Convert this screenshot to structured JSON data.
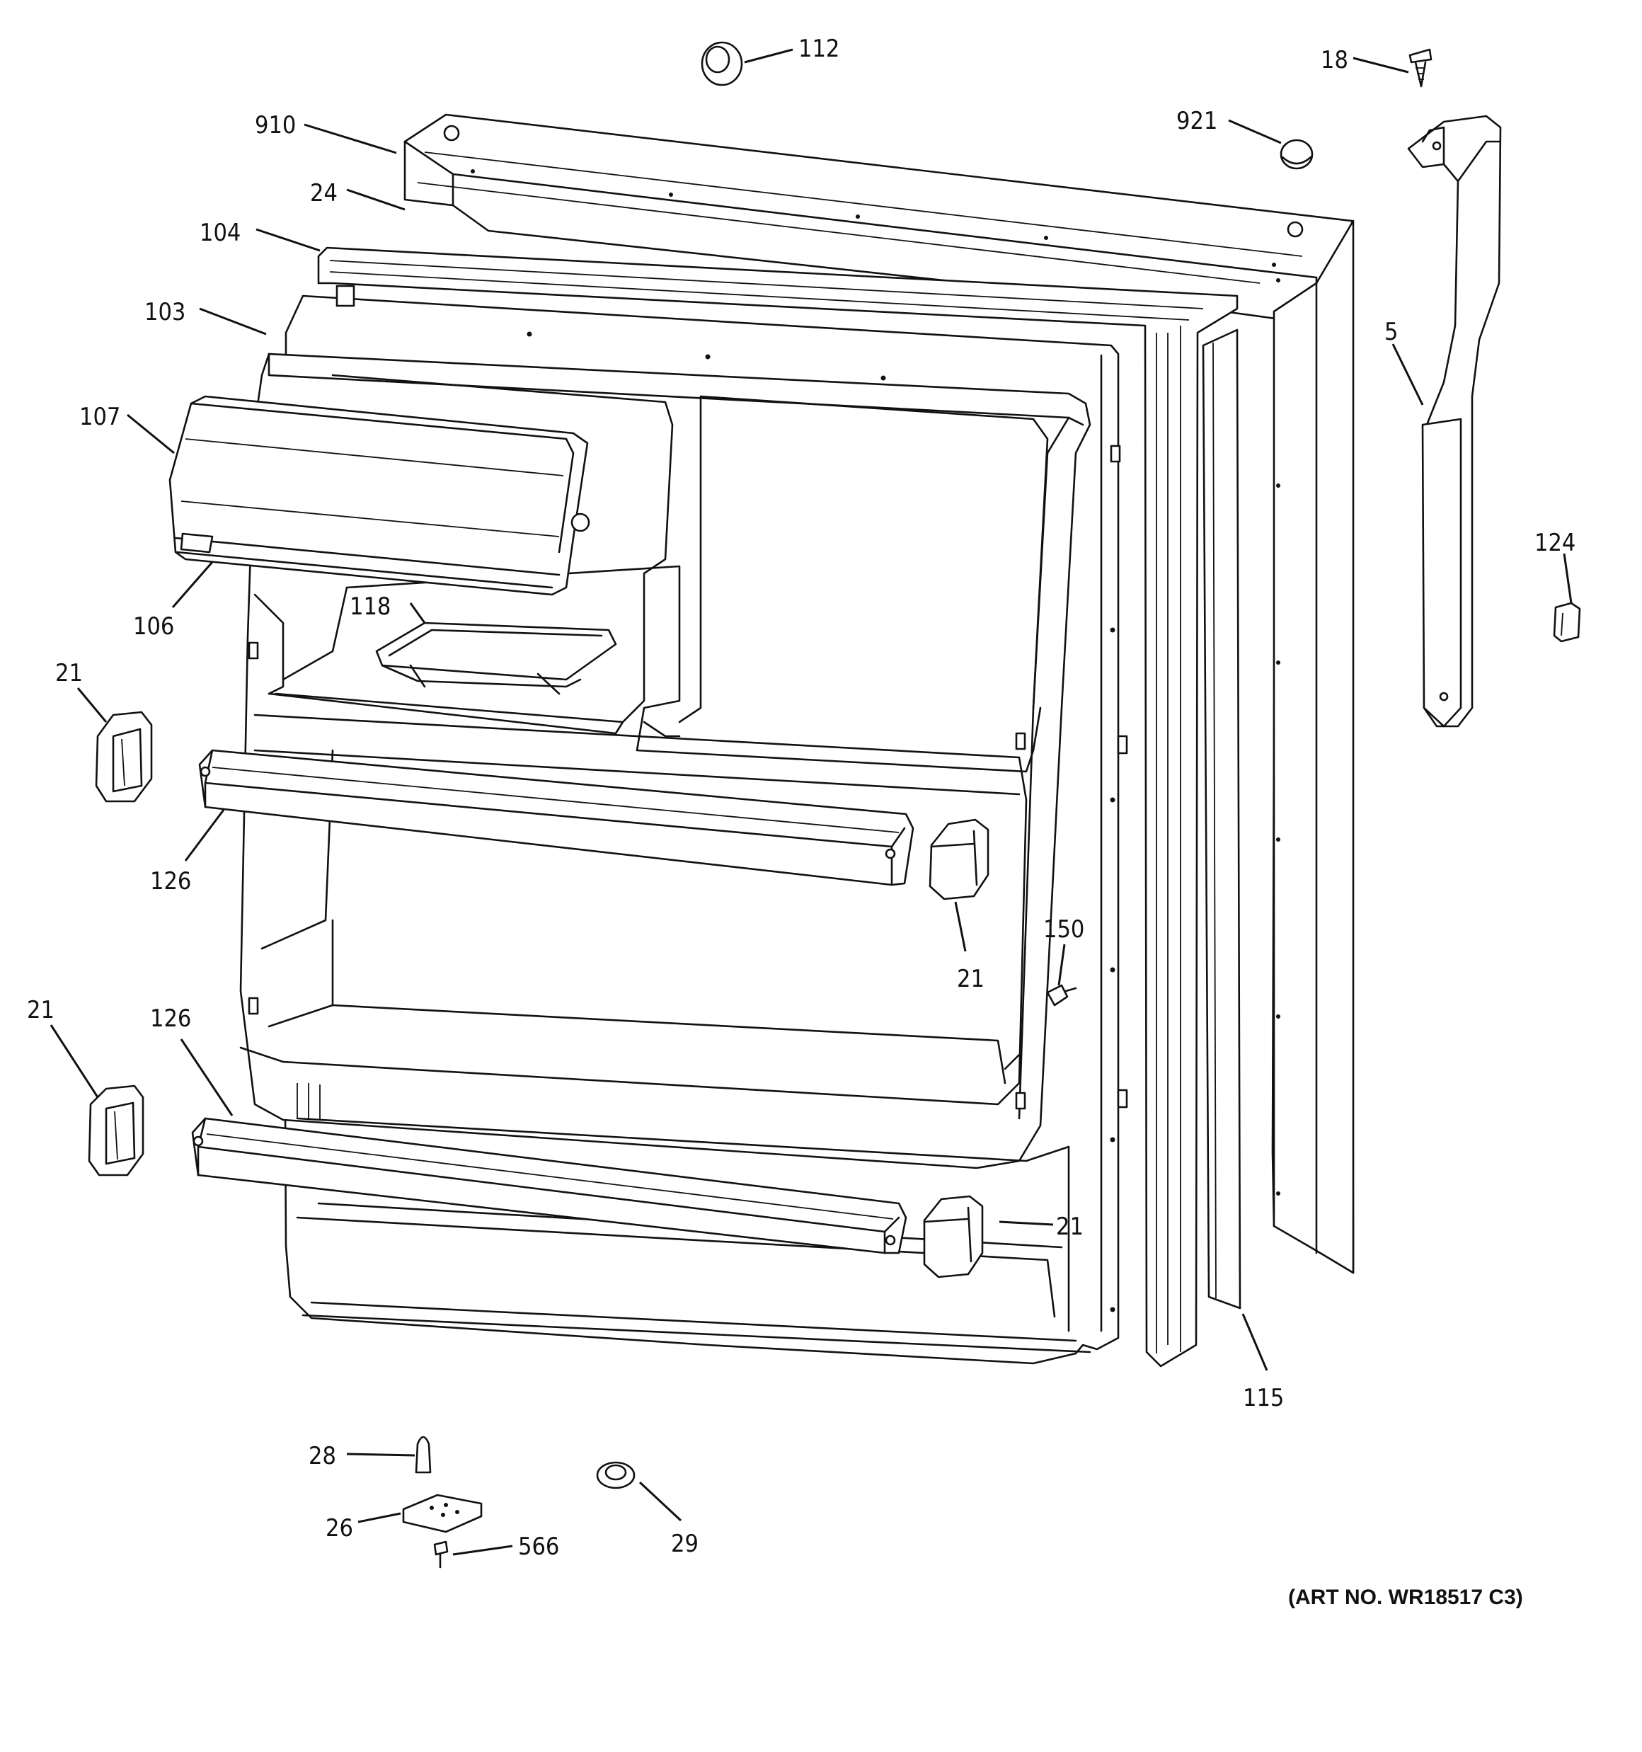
{
  "art_number": "(ART NO. WR18517 C3)",
  "callouts": [
    {
      "id": "112",
      "text": "112"
    },
    {
      "id": "18",
      "text": "18"
    },
    {
      "id": "910",
      "text": "910"
    },
    {
      "id": "921",
      "text": "921"
    },
    {
      "id": "24",
      "text": "24"
    },
    {
      "id": "104",
      "text": "104"
    },
    {
      "id": "103",
      "text": "103"
    },
    {
      "id": "5",
      "text": "5"
    },
    {
      "id": "107",
      "text": "107"
    },
    {
      "id": "124",
      "text": "124"
    },
    {
      "id": "106",
      "text": "106"
    },
    {
      "id": "118",
      "text": "118"
    },
    {
      "id": "21",
      "text": "21"
    },
    {
      "id": "126",
      "text": "126"
    },
    {
      "id": "150",
      "text": "150"
    },
    {
      "id": "21",
      "text": "21"
    },
    {
      "id": "21",
      "text": "21"
    },
    {
      "id": "126",
      "text": "126"
    },
    {
      "id": "21",
      "text": "21"
    },
    {
      "id": "115",
      "text": "115"
    },
    {
      "id": "28",
      "text": "28"
    },
    {
      "id": "26",
      "text": "26"
    },
    {
      "id": "566",
      "text": "566"
    },
    {
      "id": "29",
      "text": "29"
    }
  ]
}
